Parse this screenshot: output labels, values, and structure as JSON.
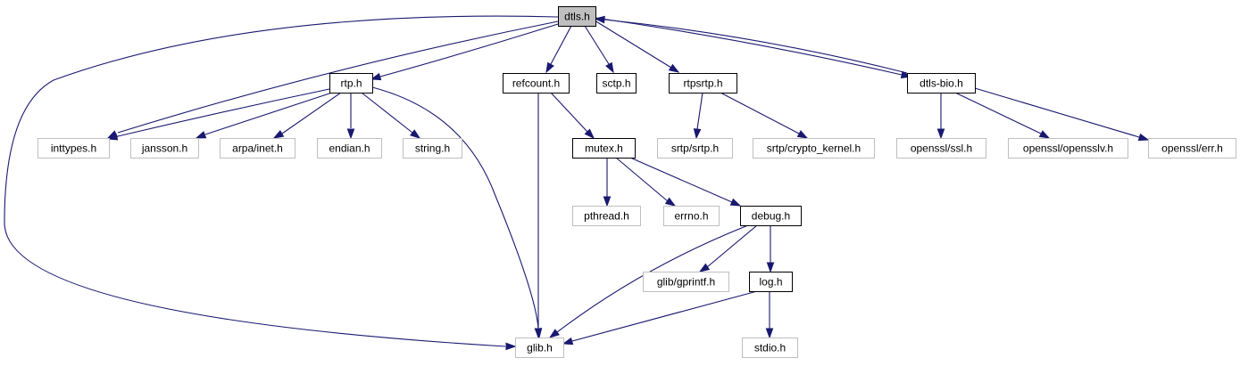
{
  "diagram": {
    "nodes": [
      {
        "id": "dtls",
        "label": "dtls.h",
        "kind": "root"
      },
      {
        "id": "rtp",
        "label": "rtp.h",
        "kind": "documented"
      },
      {
        "id": "refcount",
        "label": "refcount.h",
        "kind": "documented"
      },
      {
        "id": "sctp",
        "label": "sctp.h",
        "kind": "documented"
      },
      {
        "id": "rtpsrtp",
        "label": "rtpsrtp.h",
        "kind": "documented"
      },
      {
        "id": "dtlsbio",
        "label": "dtls-bio.h",
        "kind": "documented"
      },
      {
        "id": "inttypes",
        "label": "inttypes.h",
        "kind": "external"
      },
      {
        "id": "jansson",
        "label": "jansson.h",
        "kind": "external"
      },
      {
        "id": "arpainet",
        "label": "arpa/inet.h",
        "kind": "external"
      },
      {
        "id": "endian",
        "label": "endian.h",
        "kind": "external"
      },
      {
        "id": "string",
        "label": "string.h",
        "kind": "external"
      },
      {
        "id": "mutex",
        "label": "mutex.h",
        "kind": "documented"
      },
      {
        "id": "srtpsrtp",
        "label": "srtp/srtp.h",
        "kind": "external"
      },
      {
        "id": "cryptokernel",
        "label": "srtp/crypto_kernel.h",
        "kind": "external"
      },
      {
        "id": "opensslssl",
        "label": "openssl/ssl.h",
        "kind": "external"
      },
      {
        "id": "opensslv",
        "label": "openssl/opensslv.h",
        "kind": "external"
      },
      {
        "id": "opensslerr",
        "label": "openssl/err.h",
        "kind": "external"
      },
      {
        "id": "pthread",
        "label": "pthread.h",
        "kind": "external"
      },
      {
        "id": "errno",
        "label": "errno.h",
        "kind": "external"
      },
      {
        "id": "debug",
        "label": "debug.h",
        "kind": "documented"
      },
      {
        "id": "gprintf",
        "label": "glib/gprintf.h",
        "kind": "external"
      },
      {
        "id": "log",
        "label": "log.h",
        "kind": "documented"
      },
      {
        "id": "glib",
        "label": "glib.h",
        "kind": "external"
      },
      {
        "id": "stdio",
        "label": "stdio.h",
        "kind": "external"
      }
    ],
    "edges": [
      {
        "from": "dtls",
        "to": "rtp"
      },
      {
        "from": "dtls",
        "to": "refcount"
      },
      {
        "from": "dtls",
        "to": "sctp"
      },
      {
        "from": "dtls",
        "to": "rtpsrtp"
      },
      {
        "from": "dtls",
        "to": "dtlsbio"
      },
      {
        "from": "dtls",
        "to": "inttypes"
      },
      {
        "from": "dtls",
        "to": "glib"
      },
      {
        "from": "rtp",
        "to": "inttypes"
      },
      {
        "from": "rtp",
        "to": "jansson"
      },
      {
        "from": "rtp",
        "to": "arpainet"
      },
      {
        "from": "rtp",
        "to": "endian"
      },
      {
        "from": "rtp",
        "to": "string"
      },
      {
        "from": "rtp",
        "to": "glib"
      },
      {
        "from": "refcount",
        "to": "glib"
      },
      {
        "from": "refcount",
        "to": "mutex"
      },
      {
        "from": "rtpsrtp",
        "to": "srtpsrtp"
      },
      {
        "from": "rtpsrtp",
        "to": "cryptokernel"
      },
      {
        "from": "dtlsbio",
        "to": "dtls"
      },
      {
        "from": "dtlsbio",
        "to": "opensslssl"
      },
      {
        "from": "dtlsbio",
        "to": "opensslv"
      },
      {
        "from": "dtlsbio",
        "to": "opensslerr"
      },
      {
        "from": "mutex",
        "to": "pthread"
      },
      {
        "from": "mutex",
        "to": "errno"
      },
      {
        "from": "mutex",
        "to": "debug"
      },
      {
        "from": "debug",
        "to": "glib"
      },
      {
        "from": "debug",
        "to": "gprintf"
      },
      {
        "from": "debug",
        "to": "log"
      },
      {
        "from": "log",
        "to": "glib"
      },
      {
        "from": "log",
        "to": "stdio"
      }
    ]
  }
}
